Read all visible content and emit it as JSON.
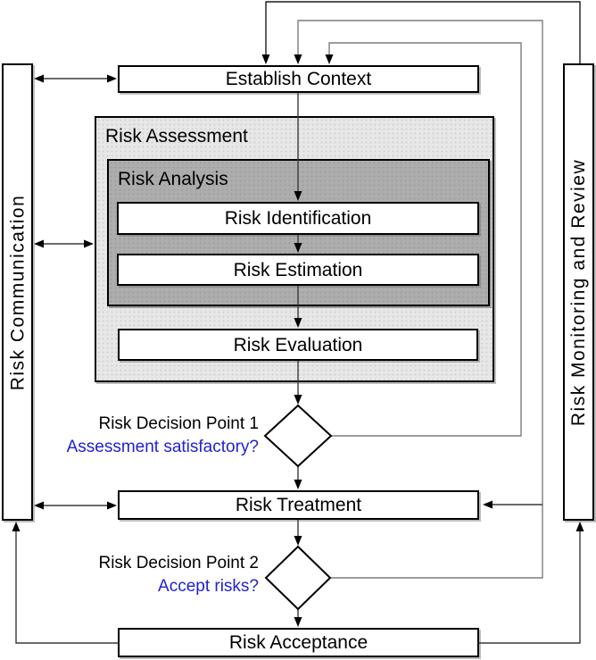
{
  "left_bar": {
    "label": "Risk Communication"
  },
  "right_bar": {
    "label": "Risk Monitoring and Review"
  },
  "flow": {
    "establish_context": {
      "label": "Establish Context"
    },
    "risk_assessment": {
      "label": "Risk Assessment"
    },
    "risk_analysis": {
      "label": "Risk Analysis"
    },
    "risk_identification": {
      "label": "Risk Identification"
    },
    "risk_estimation": {
      "label": "Risk Estimation"
    },
    "risk_evaluation": {
      "label": "Risk Evaluation"
    },
    "risk_treatment": {
      "label": "Risk Treatment"
    },
    "risk_acceptance": {
      "label": "Risk Acceptance"
    }
  },
  "decision_points": {
    "point1": {
      "label": "Risk Decision Point 1",
      "question": "Assessment satisfactory?"
    },
    "point2": {
      "label": "Risk Decision Point 2",
      "question": "Accept risks?"
    }
  },
  "colors": {
    "question_text": "#2121d1",
    "assessment_fill": "#e7e7e7",
    "analysis_fill": "#adadad",
    "box_fill": "#ffffff",
    "border": "#000000",
    "connector": "#3a3a3a",
    "loop_connector": "#7d7d7d"
  }
}
